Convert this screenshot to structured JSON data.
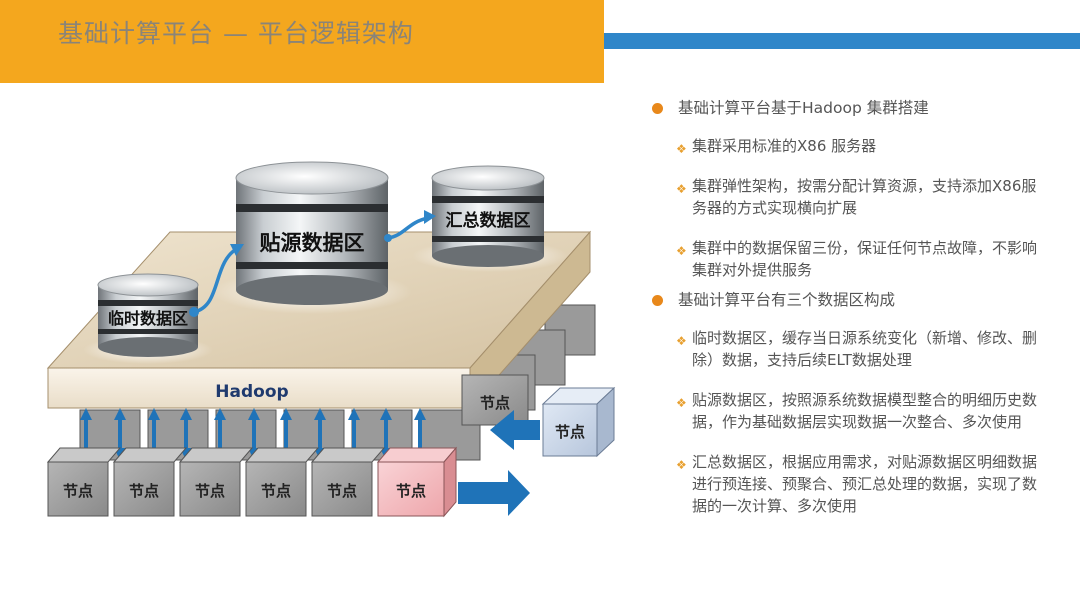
{
  "header": {
    "title": "基础计算平台 — 平台逻辑架构"
  },
  "diagram": {
    "platform_label": "Hadoop",
    "databases": [
      {
        "id": "temp",
        "label": "临时数据区"
      },
      {
        "id": "source",
        "label": "贴源数据区"
      },
      {
        "id": "summary",
        "label": "汇总数据区"
      }
    ],
    "node_label": "节点"
  },
  "bullets": [
    {
      "text": "基础计算平台基于Hadoop 集群搭建",
      "items": [
        {
          "text": "集群采用标准的X86 服务器"
        },
        {
          "text": "集群弹性架构，按需分配计算资源，支持添加X86服务器的方式实现横向扩展"
        },
        {
          "text": "集群中的数据保留三份，保证任何节点故障，不影响集群对外提供服务"
        }
      ]
    },
    {
      "text": "基础计算平台有三个数据区构成",
      "items": [
        {
          "text": "临时数据区，缓存当日源系统变化（新增、修改、删除）数据，支持后续ELT数据处理"
        },
        {
          "text": "贴源数据区，按照源系统数据模型整合的明细历史数据，作为基础数据层实现数据一次整合、多次使用"
        },
        {
          "text": "汇总数据区，根据应用需求，对贴源数据区明细数据进行预连接、预聚合、预汇总处理的数据，实现了数据的一次计算、多次使用"
        }
      ]
    }
  ],
  "colors": {
    "header_band": "#f4a71e",
    "header_text": "#8a8478",
    "blue_bar": "#2f86c9",
    "bullet_dot": "#e8881b",
    "diamond": "#e8a030",
    "arrow_blue": "#1f73b8",
    "highlight_node": "#f4b8bc"
  },
  "icons": {
    "level1": "orange-dot-icon",
    "level2": "orange-diamond-icon"
  }
}
